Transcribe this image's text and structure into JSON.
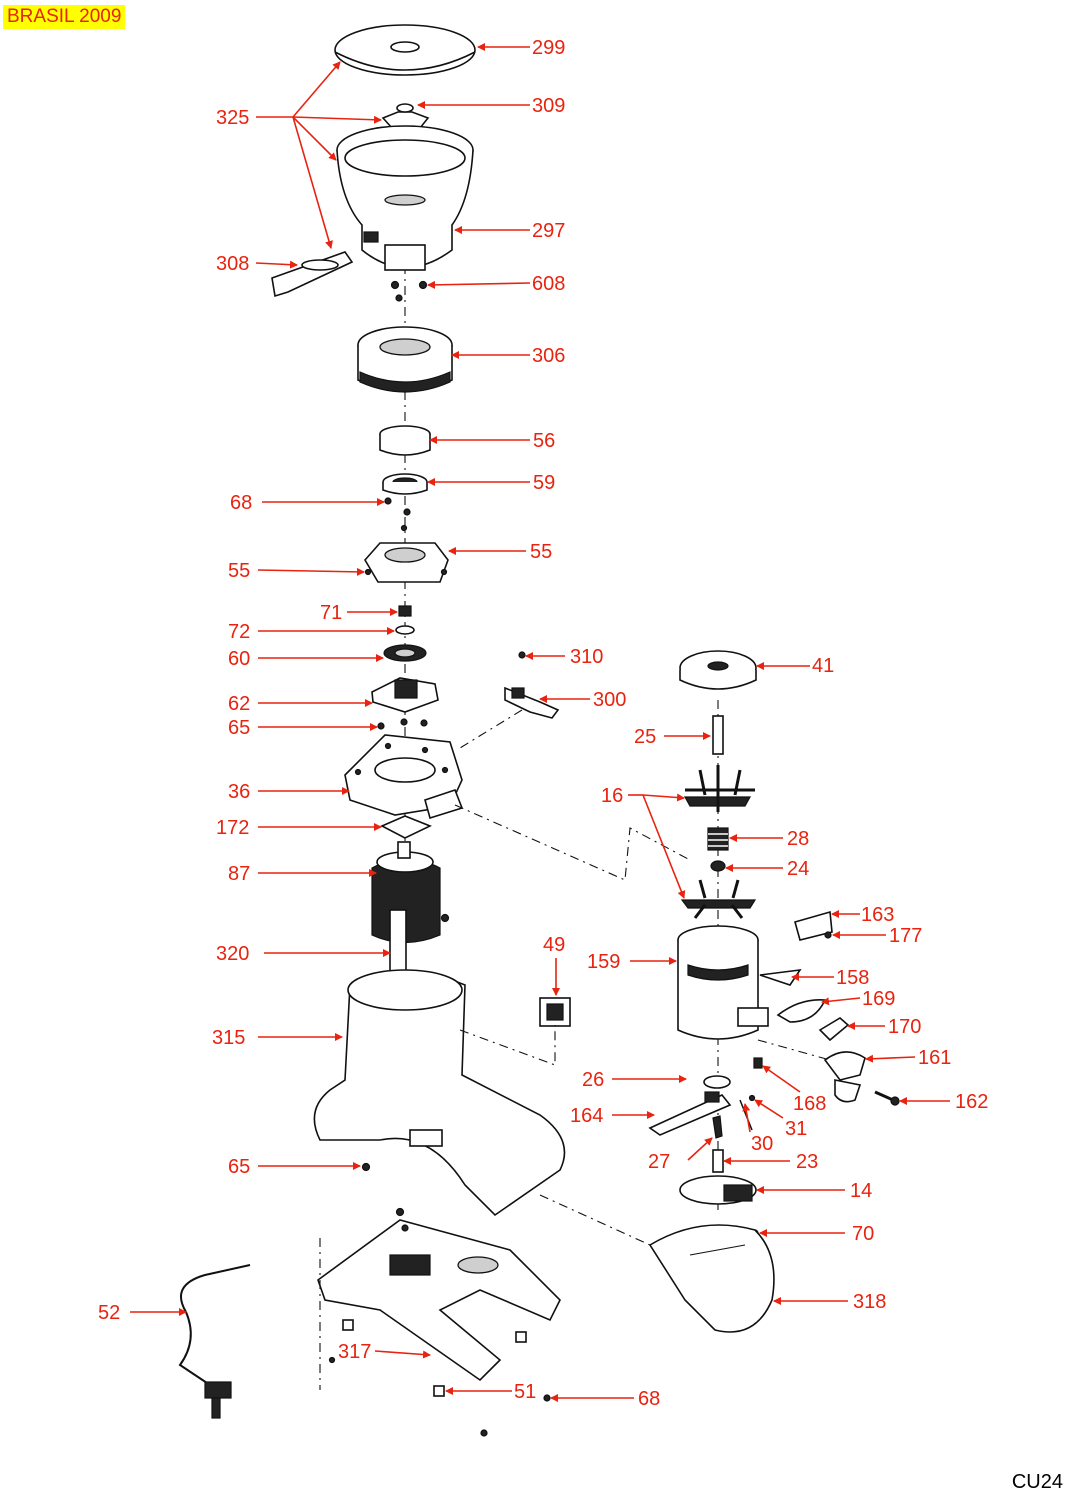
{
  "badge": "BRASIL 2009",
  "code": "CU24",
  "colors": {
    "callout": "#e8230f",
    "badge_bg": "#ffff00"
  },
  "callouts": [
    "299",
    "325",
    "309",
    "297",
    "308",
    "608",
    "306",
    "56",
    "59",
    "68",
    "55",
    "55",
    "71",
    "72",
    "60",
    "310",
    "300",
    "62",
    "65",
    "36",
    "172",
    "87",
    "320",
    "315",
    "49",
    "65",
    "52",
    "317",
    "51",
    "68",
    "41",
    "25",
    "16",
    "28",
    "24",
    "163",
    "177",
    "159",
    "158",
    "169",
    "170",
    "161",
    "26",
    "168",
    "162",
    "164",
    "31",
    "30",
    "27",
    "23",
    "14",
    "70",
    "318"
  ]
}
